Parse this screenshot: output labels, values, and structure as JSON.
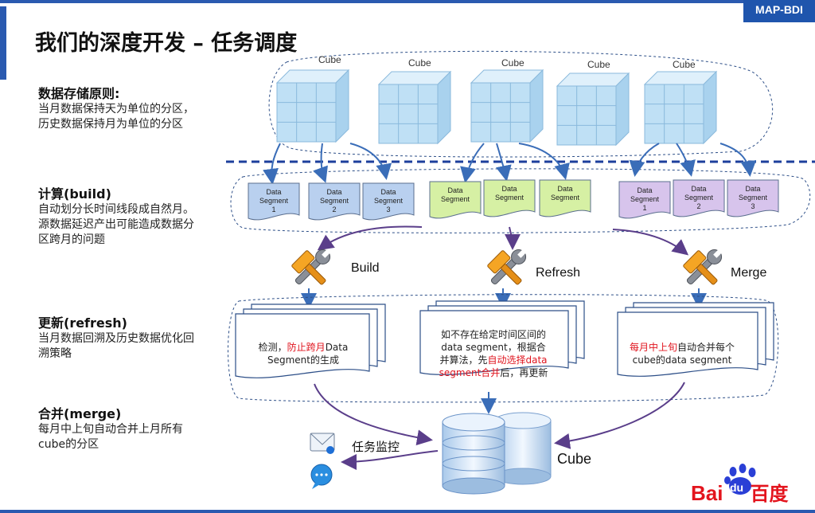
{
  "header": {
    "brand": "MAP-BDI",
    "title": "我们的深度开发 – 任务调度"
  },
  "sections": [
    {
      "title": "数据存储原则:",
      "lines": [
        "当月数据保持天为单位的分区，",
        "历史数据保持月为单位的分区"
      ]
    },
    {
      "title": "计算(build)",
      "lines": [
        "自动划分长时间线段成自然月。",
        "源数据延迟产出可能造成数据分",
        "区跨月的问题"
      ]
    },
    {
      "title": "更新(refresh)",
      "lines": [
        "当月数据回溯及历史数据优化回",
        "溯策略"
      ]
    },
    {
      "title": "合并(merge)",
      "lines": [
        "每月中上旬自动合并上月所有",
        "cube的分区"
      ]
    }
  ],
  "cubes": [
    "Cube",
    "Cube",
    "Cube",
    "Cube",
    "Cube"
  ],
  "segment_groups": [
    {
      "color": "#b9d0ef",
      "segments": [
        [
          "Data",
          "Segment",
          "1"
        ],
        [
          "Data",
          "Segment",
          "2"
        ],
        [
          "Data",
          "Segment",
          "3"
        ]
      ]
    },
    {
      "color": "#d6f0a4",
      "segments": [
        [
          "Data",
          "Segment",
          ""
        ],
        [
          "Data",
          "Segment",
          ""
        ],
        [
          "Data",
          "Segment",
          ""
        ]
      ]
    },
    {
      "color": "#d7c4ec",
      "segments": [
        [
          "Data",
          "Segment",
          "1"
        ],
        [
          "Data",
          "Segment",
          "2"
        ],
        [
          "Data",
          "Segment",
          "3"
        ]
      ]
    }
  ],
  "tools": [
    "Build",
    "Refresh",
    "Merge"
  ],
  "docs": {
    "d1": {
      "a": "检测，",
      "b": "防止跨月",
      "c": "Data",
      "d": "Segment的生成"
    },
    "d2": {
      "l1": "如不存在给定时间区间的",
      "l2": "data segment，根据合",
      "l3a": "并算法，先",
      "l3b": "自动选择data",
      "l4a": "segment合并",
      "l4b": "后，再更新"
    },
    "d3": {
      "l1a": "每月中上旬",
      "l1b": "自动合并每个",
      "l2": "cube的data segment"
    }
  },
  "monitor": "任务监控",
  "db_label": "Cube",
  "logo": {
    "bai": "Bai",
    "du": "du",
    "cn": "百度"
  },
  "colors": {
    "accent": "#2a5ab0",
    "cube": "#bfe0f5",
    "red": "#e0141e"
  }
}
